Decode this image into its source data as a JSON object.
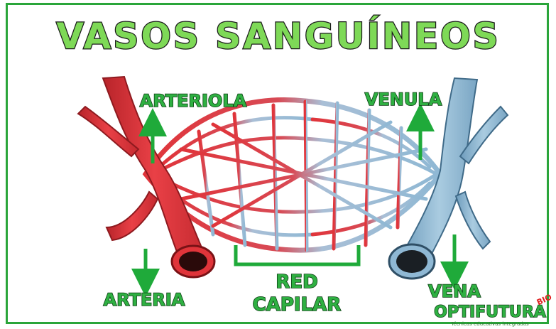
{
  "title": "VASOS SANGUÍNEOS",
  "labels": {
    "arteriola": "ARTERIOLA",
    "venula": "VENULA",
    "arteria": "ARTERIA",
    "vena": "VENA",
    "red_line1": "RED",
    "red_line2": "CAPILAR"
  },
  "brand": {
    "name": "OPTIFUTURA",
    "badge": "BIO",
    "tagline": "Técnicas educativas integradas"
  },
  "colors": {
    "title_fill": "#7ed957",
    "title_stroke": "#1a1a1a",
    "label_fill": "#2fb042",
    "label_stroke": "#0b3d12",
    "arrow": "#1faa3a",
    "artery": "#e0343a",
    "artery_dark": "#a81c22",
    "vein": "#8fb8d4",
    "vein_dark": "#4f7fa0",
    "frame": "#2aa53a",
    "badge": "#e02020"
  }
}
